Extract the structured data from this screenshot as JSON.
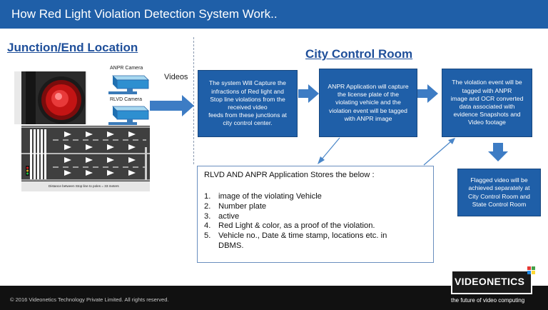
{
  "header": {
    "title": "How Red Light Violation Detection System Work.."
  },
  "sections": {
    "junction": "Junction/End Location",
    "control_room": "City Control Room"
  },
  "cameras": {
    "anpr": "ANPR Camera",
    "rlvd": "RLVD Camera"
  },
  "videos_label": "Videos",
  "flow_boxes": [
    {
      "lines": [
        "The system  Will Capture the",
        "infractions of Red light and",
        "Stop line violations from the",
        "received video",
        "feeds from these junctions at",
        "city control center."
      ]
    },
    {
      "lines": [
        "ANPR Application will capture",
        "the  license plate of the",
        "violating vehicle  and the",
        "violation event will be tagged",
        "with ANPR image"
      ]
    },
    {
      "lines": [
        "The violation event will be",
        "tagged with ANPR",
        "image and OCR converted",
        "data associated with",
        "evidence Snapshots and",
        "Video footage"
      ]
    },
    {
      "lines": [
        "Flagged video will be",
        "achieved separately at",
        "City Control Room and",
        "State Control Room"
      ]
    }
  ],
  "storage": {
    "heading": "RLVD AND ANPR Application Stores the  below :",
    "items": [
      {
        "num": "1.",
        "lines": [
          "image of the violating Vehicle"
        ]
      },
      {
        "num": "2.",
        "lines": [
          "Number plate"
        ]
      },
      {
        "num": "3.",
        "lines": [
          "active"
        ]
      },
      {
        "num": "4.",
        "lines": [
          "Red Light & color, as a proof of the violation."
        ]
      },
      {
        "num": "5.",
        "lines": [
          "Vehicle no., Date & time stamp, locations etc. in",
          "DBMS."
        ]
      }
    ]
  },
  "road_caption": "Distance between Stop line to poles = 33 meters",
  "footer": {
    "copyright": "© 2016 Videonetics Technology Private Limited. All rights reserved.",
    "logo": "VIDEONETICS",
    "tagline": "the future of video computing"
  },
  "colors": {
    "brand_blue": "#1f5fa8",
    "arrow_blue": "#3d7cc4",
    "title_blue": "#1f4f9a"
  }
}
